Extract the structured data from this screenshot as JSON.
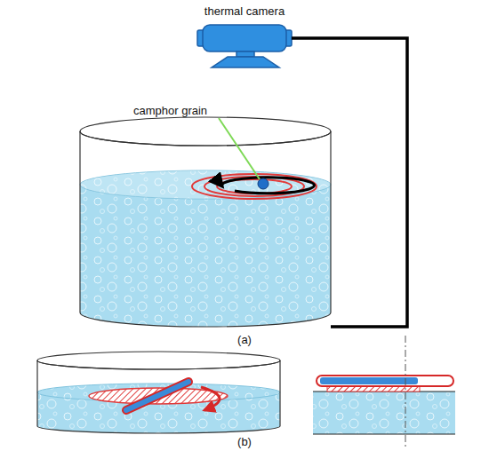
{
  "diagram": {
    "labels": [
      "thermal camera",
      "camphor grain",
      "(a)",
      "(b)"
    ]
  }
}
